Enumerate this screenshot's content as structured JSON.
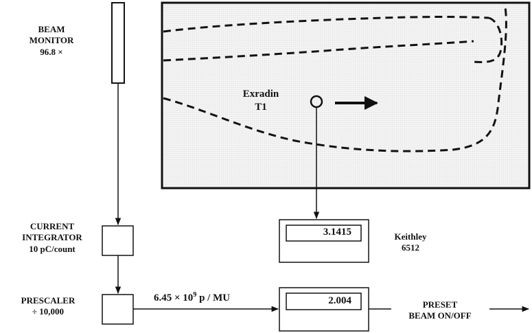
{
  "beam_monitor": {
    "title_line1": "BEAM",
    "title_line2": "MONITOR",
    "factor": "96.8 ×"
  },
  "current_integrator": {
    "title_line1": "CURRENT",
    "title_line2": "INTEGRATOR",
    "rate": "10 pC/count"
  },
  "prescaler": {
    "title": "PRESCALER",
    "divisor": "÷ 10,000"
  },
  "calibration": {
    "prefix": "6.45 × 10",
    "exponent": "9",
    "suffix": " p / MU"
  },
  "chamber": {
    "name_line1": "Exradin",
    "name_line2": "T1"
  },
  "electrometer": {
    "reading": "3.1415",
    "name_line1": "Keithley",
    "name_line2": "6512"
  },
  "counter": {
    "reading": "2.004"
  },
  "preset": {
    "line1": "PRESET",
    "line2": "BEAM ON/OFF"
  }
}
